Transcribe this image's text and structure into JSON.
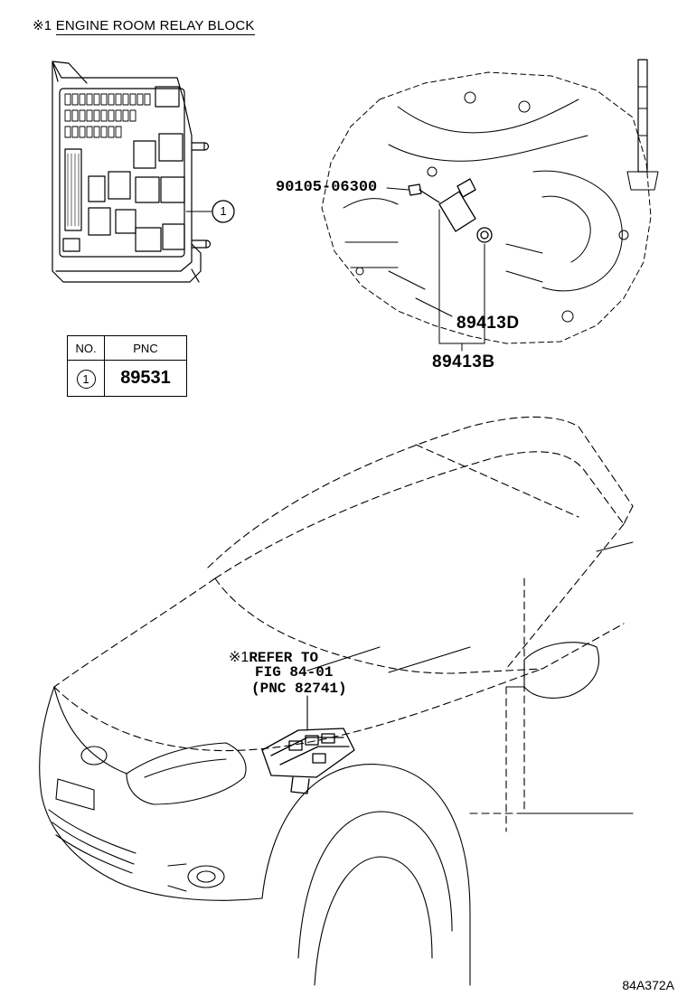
{
  "header": {
    "mark": "※1",
    "title": "ENGINE ROOM RELAY BLOCK"
  },
  "callout_circle": "1",
  "pnc_table": {
    "col_no": "NO.",
    "col_pnc": "PNC",
    "rows": [
      {
        "no": "1",
        "pnc": "89531"
      }
    ]
  },
  "parts": {
    "bolt": "90105-06300",
    "sensor_d": "89413D",
    "sensor_b": "89413B"
  },
  "reference": {
    "mark": "※1",
    "line1": "REFER TO",
    "line2": "FIG 84-01",
    "line3": "(PNC 82741)"
  },
  "diagram_id": "84A372A"
}
